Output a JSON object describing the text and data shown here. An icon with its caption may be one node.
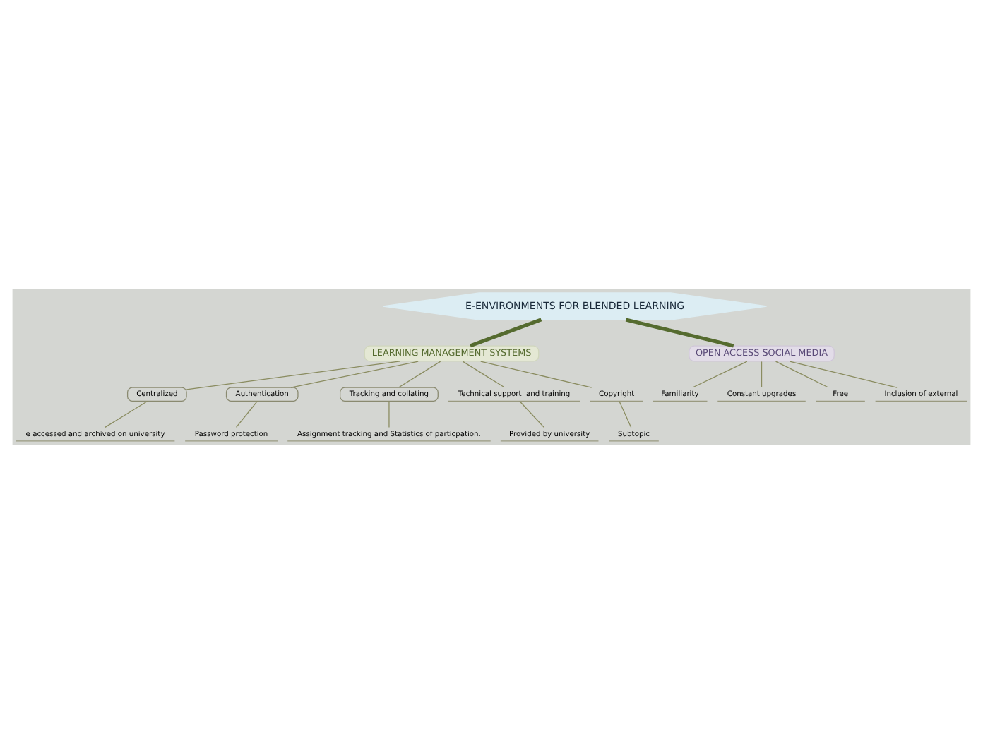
{
  "diagram": {
    "nodes": [
      {
        "text": [
          "E-ENVIRONMENTS FOR BLENDED LEARNING"
        ]
      },
      {
        "text": [
          "LEARNING MANAGEMENT SYSTEMS"
        ]
      },
      {
        "text": [
          "OPEN ACCESS SOCIAL MEDIA"
        ]
      },
      {
        "text": [
          "Centralized"
        ]
      },
      {
        "text": [
          "e accessed and archived on university"
        ]
      },
      {
        "text": [
          "Authentication"
        ]
      },
      {
        "text": [
          "Password protection"
        ]
      },
      {
        "text": [
          "Tracking and collating"
        ]
      },
      {
        "text": [
          "Assignment tracking and Statistics of particpation."
        ]
      },
      {
        "text": [
          "Technical support  and training"
        ]
      },
      {
        "text": [
          "Provided by university"
        ]
      },
      {
        "text": [
          "Copyright"
        ]
      },
      {
        "text": [
          "Subtopic"
        ]
      },
      {
        "text": [
          "Familiarity"
        ]
      },
      {
        "text": [
          "Constant upgrades"
        ]
      },
      {
        "text": [
          "Free"
        ]
      },
      {
        "text": [
          "Inclusion of external"
        ]
      }
    ],
    "edges": [
      {
        "from": 0,
        "to": 1,
        "arrow": "none",
        "style": "thick",
        "color": "#556b2f"
      },
      {
        "from": 0,
        "to": 2,
        "arrow": "none",
        "style": "thick",
        "color": "#556b2f"
      },
      {
        "from": 1,
        "to": 3,
        "arrow": "none"
      },
      {
        "from": 3,
        "to": 4,
        "arrow": "none"
      },
      {
        "from": 1,
        "to": 5,
        "arrow": "none"
      },
      {
        "from": 5,
        "to": 6,
        "arrow": "none"
      },
      {
        "from": 1,
        "to": 7,
        "arrow": "none"
      },
      {
        "from": 7,
        "to": 8,
        "arrow": "none"
      },
      {
        "from": 1,
        "to": 9,
        "arrow": "none"
      },
      {
        "from": 9,
        "to": 10,
        "arrow": "none"
      },
      {
        "from": 1,
        "to": 11,
        "arrow": "none"
      },
      {
        "from": 11,
        "to": 12,
        "arrow": "none"
      },
      {
        "from": 2,
        "to": 13,
        "arrow": "none"
      },
      {
        "from": 2,
        "to": 14,
        "arrow": "none"
      },
      {
        "from": 2,
        "to": 15,
        "arrow": "none"
      },
      {
        "from": 2,
        "to": 16,
        "arrow": "none"
      }
    ]
  }
}
